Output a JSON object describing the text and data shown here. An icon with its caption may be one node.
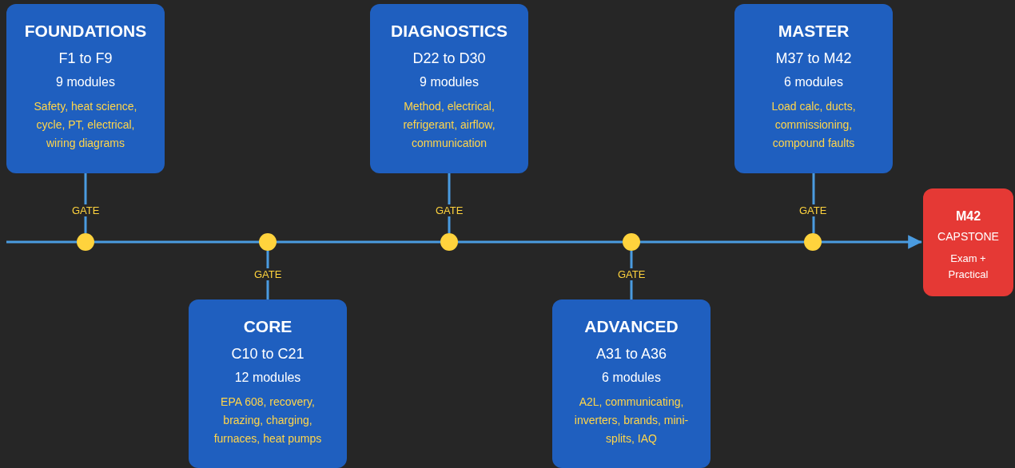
{
  "diagram": {
    "nodes": [
      {
        "text": [
          "FOUNDATIONS",
          "F1 to F9",
          "9 modules",
          "Safety, heat science, cycle, PT, electrical, wiring diagrams"
        ]
      },
      {
        "text": [
          "DIAGNOSTICS",
          "D22 to D30",
          "9 modules",
          "Method, electrical, refrigerant, airflow, communication"
        ]
      },
      {
        "text": [
          "MASTER",
          "M37 to M42",
          "6 modules",
          "Load calc, ducts, commissioning, compound faults"
        ]
      },
      {
        "text": [
          "M42",
          "CAPSTONE",
          "Exam + Practical"
        ]
      },
      {
        "text": [],
        "shape": "circle",
        "beside": [
          "GATE"
        ]
      },
      {
        "text": [],
        "shape": "circle",
        "beside": [
          "GATE"
        ]
      },
      {
        "text": [],
        "shape": "circle",
        "beside": [
          "GATE"
        ]
      },
      {
        "text": [],
        "shape": "circle",
        "beside": [
          "GATE"
        ]
      },
      {
        "text": [],
        "shape": "circle",
        "beside": [
          "GATE"
        ]
      },
      {
        "text": [
          "CORE",
          "C10 to C21",
          "12 modules",
          "EPA 608, recovery, brazing, charging, furnaces, heat pumps"
        ]
      },
      {
        "text": [
          "ADVANCED",
          "A31 to A36",
          "6 modules",
          "A2L, communicating, inverters, brands, mini-splits, IAQ"
        ]
      }
    ],
    "edges": [
      {
        "from": 0,
        "to": 4,
        "arrow": "none"
      },
      {
        "from": 5,
        "to": 9,
        "arrow": "none"
      },
      {
        "from": 1,
        "to": 6,
        "arrow": "none"
      },
      {
        "from": 7,
        "to": 10,
        "arrow": "none"
      },
      {
        "from": 2,
        "to": 8,
        "arrow": "none"
      },
      {
        "from": null,
        "to": 4,
        "arrow": "none"
      },
      {
        "from": 4,
        "to": 5,
        "arrow": "none"
      },
      {
        "from": 5,
        "to": 6,
        "arrow": "none"
      },
      {
        "from": 6,
        "to": 7,
        "arrow": "none"
      },
      {
        "from": 7,
        "to": 8,
        "arrow": "none"
      },
      {
        "from": 8,
        "to": 3,
        "arrow": "to"
      }
    ]
  }
}
